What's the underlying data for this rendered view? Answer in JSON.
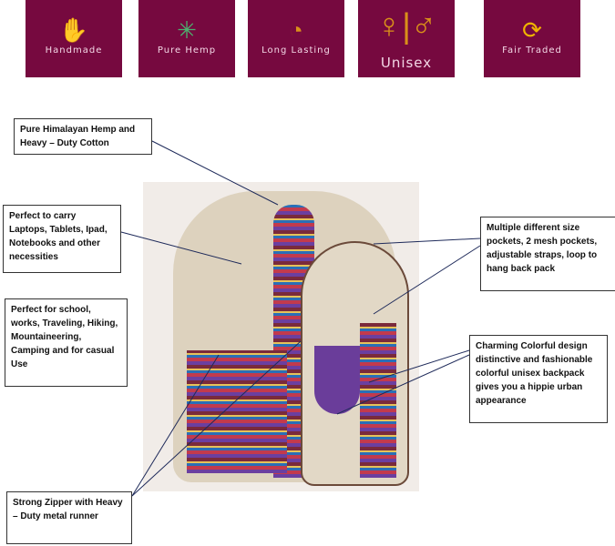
{
  "badges": [
    {
      "label": "Handmade",
      "icon": "hands-icon"
    },
    {
      "label": "Pure Hemp",
      "icon": "hemp-leaf-icon"
    },
    {
      "label": "Long Lasting",
      "icon": "clock-icon"
    },
    {
      "label": "Unisex",
      "icon": "unisex-icon"
    },
    {
      "label": "Fair Traded",
      "icon": "handshake-icon"
    }
  ],
  "callouts": {
    "material": "Pure Himalayan Hemp and Heavy – Duty Cotton",
    "capacity": "Perfect to carry Laptops, Tablets, Ipad, Notebooks and other necessities",
    "usage": "Perfect for school, works, Traveling, Hiking, Mountaineering, Camping and for casual Use",
    "pockets": "Multiple different size pockets, 2 mesh pockets, adjustable straps, loop to hang back pack",
    "design": "Charming Colorful design distinctive and fashionable colorful unisex backpack gives you a hippie urban appearance",
    "zipper": "Strong Zipper with Heavy – Duty metal runner"
  },
  "colors": {
    "badge_bg": "#76093f",
    "badge_icon": "#d9901a",
    "hemp_green": "#4caf6e"
  }
}
